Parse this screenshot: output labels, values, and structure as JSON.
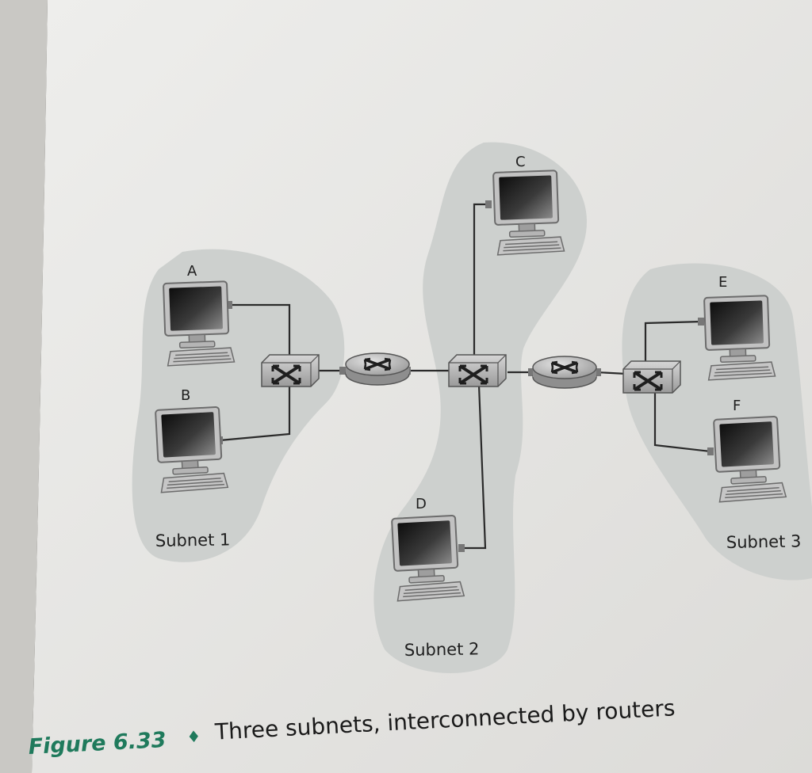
{
  "nodes": {
    "a": "A",
    "b": "B",
    "c": "C",
    "d": "D",
    "e": "E",
    "f": "F"
  },
  "subnets": {
    "s1": "Subnet 1",
    "s2": "Subnet 2",
    "s3": "Subnet 3"
  },
  "caption": {
    "figure": "Figure 6.33",
    "bullet": "♦",
    "text": "Three subnets, interconnected by routers"
  },
  "colors": {
    "page": "#e7e6e3",
    "subnet_shade": "#cdd0ce",
    "device_body": "#c9c9c9",
    "screen": "#222222",
    "link": "#2a2a2a",
    "figure_label": "#1f7a5c"
  },
  "icons": {
    "host": "host-computer-icon",
    "switch": "switch-icon",
    "router": "router-icon"
  }
}
